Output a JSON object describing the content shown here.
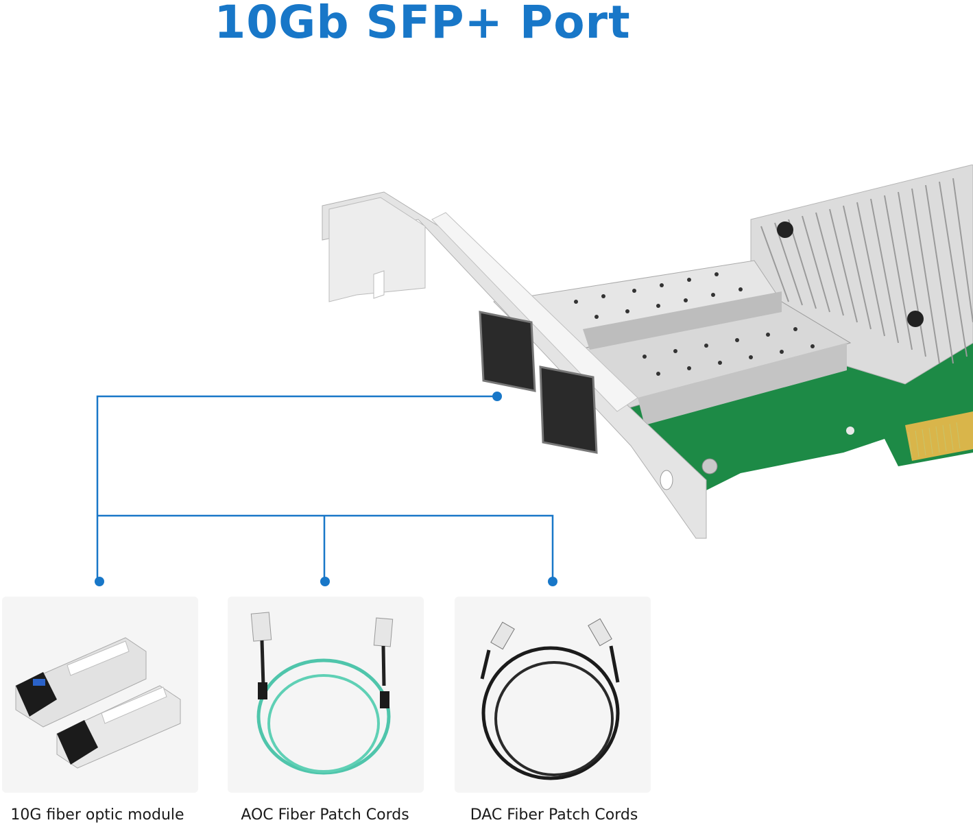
{
  "title": "10Gb SFP+ Port",
  "accent_color": "#1877c8",
  "products": [
    {
      "label": "10G fiber optic module",
      "image": "sfp-modules"
    },
    {
      "label": "AOC Fiber Patch Cords",
      "image": "aoc-cable"
    },
    {
      "label": "DAC Fiber Patch Cords",
      "image": "dac-cable"
    }
  ]
}
